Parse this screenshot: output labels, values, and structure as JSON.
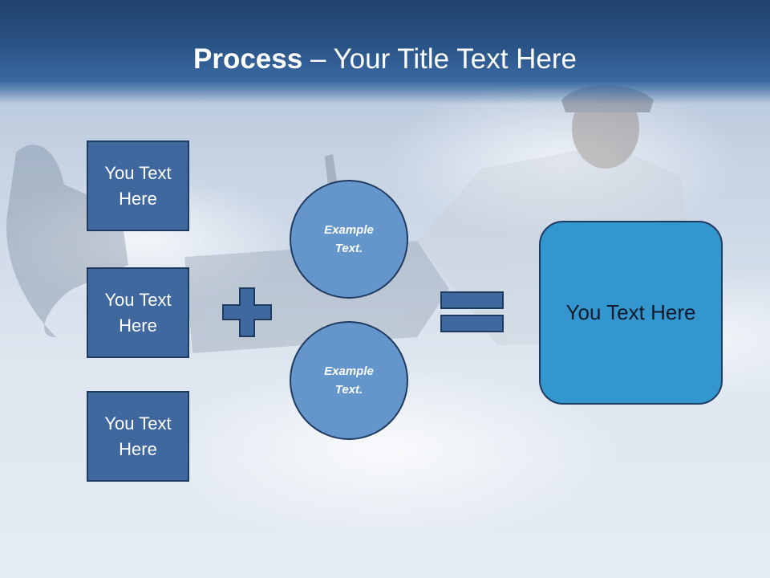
{
  "header": {
    "title_bold": "Process",
    "title_rest": " – Your Title Text Here"
  },
  "left_boxes": [
    {
      "label": "You Text Here"
    },
    {
      "label": "You Text Here"
    },
    {
      "label": "You Text Here"
    }
  ],
  "circles": [
    {
      "label": "Example Text."
    },
    {
      "label": "Example Text."
    }
  ],
  "operators": {
    "plus": "plus-icon",
    "equals": "equals-icon"
  },
  "result": {
    "label": "You Text Here"
  },
  "colors": {
    "header": "#2a5487",
    "box_fill": "#3e689e",
    "circle_fill": "#6496cb",
    "result_fill": "#3496cf",
    "outline": "#1f3b60"
  }
}
